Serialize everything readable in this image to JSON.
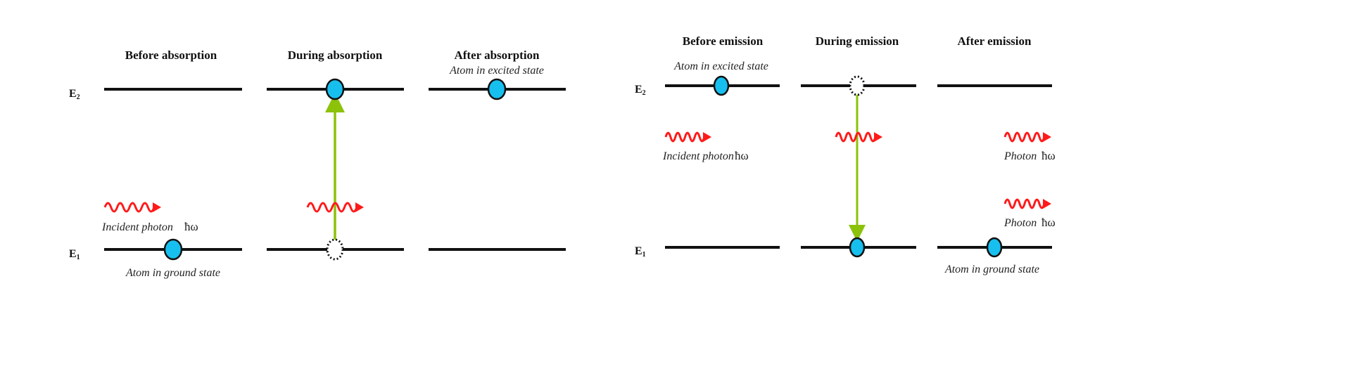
{
  "absorption": {
    "titles": [
      "Before absorption",
      "During absorption",
      "After absorption"
    ],
    "levels": {
      "upper": "E",
      "upper_sub": "2",
      "lower": "E",
      "lower_sub": "1"
    },
    "incident_photon": "Incident photon",
    "hbar_omega": "ħω",
    "ground_state": "Atom in ground state",
    "excited_state": "Atom in excited state"
  },
  "emission": {
    "titles": [
      "Before emission",
      "During emission",
      "After emission"
    ],
    "levels": {
      "upper": "E",
      "upper_sub": "2",
      "lower": "E",
      "lower_sub": "1"
    },
    "incident_photon": "Incident photon",
    "hbar_omega": "ħω",
    "photon": "Photon",
    "ground_state": "Atom in ground state",
    "excited_state": "Atom in excited state"
  },
  "colors": {
    "atom": "#17bfef",
    "transition": "#8cc20a",
    "photon": "#ff1a1a",
    "level": "#111111"
  }
}
